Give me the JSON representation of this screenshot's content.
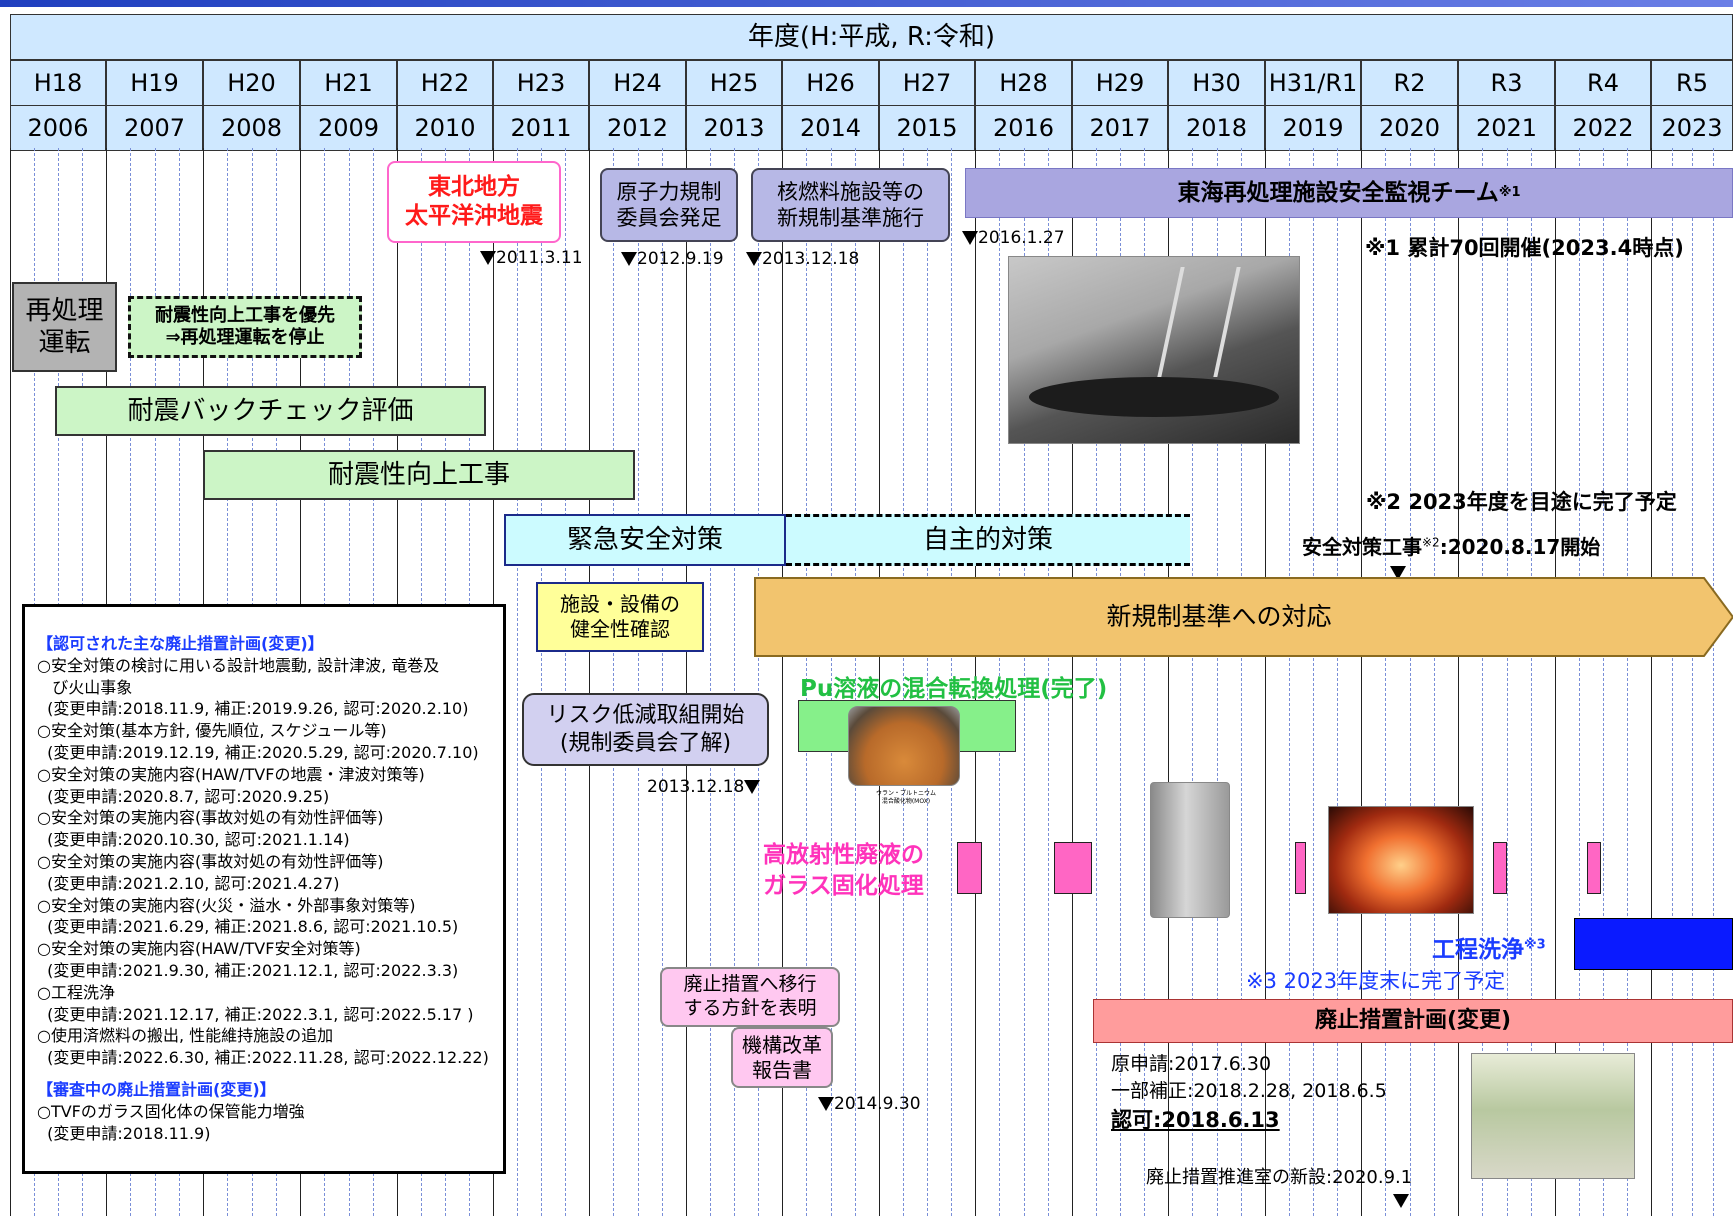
{
  "header": {
    "title": "年度(H:平成, R:令和)",
    "eras": [
      "H18",
      "H19",
      "H20",
      "H21",
      "H22",
      "H23",
      "H24",
      "H25",
      "H26",
      "H27",
      "H28",
      "H29",
      "H30",
      "H31/R1",
      "R2",
      "R3",
      "R4",
      "R5"
    ],
    "years": [
      "2006",
      "2007",
      "2008",
      "2009",
      "2010",
      "2011",
      "2012",
      "2013",
      "2014",
      "2015",
      "2016",
      "2017",
      "2018",
      "2019",
      "2020",
      "2021",
      "2022",
      "2023"
    ]
  },
  "events": {
    "earthquake": "東北地方\n太平洋沖地震",
    "earthquake_date": "2011.3.11",
    "nra": "原子力規制\n委員会発足",
    "nra_date": "2012.9.19",
    "newstd": "核燃料施設等の\n新規制基準施行",
    "newstd_date": "2013.12.18",
    "team": "東海再処理施設安全監視チーム",
    "team_note_mark": "※1",
    "team_date": "2016.1.27",
    "note1": "※1 累計70回開催(2023.4時点)",
    "reprocess": "再処理\n運転",
    "priority": "耐震性向上工事を優先\n⇒再処理運転を停止",
    "backcheck": "耐震バックチェック評価",
    "seismic": "耐震性向上工事",
    "emergency": "緊急安全対策",
    "voluntary": "自主的対策",
    "note2": "※2  2023年度を目途に完了予定",
    "safety_work": "安全対策工事",
    "safety_work_mark": "※2",
    "safety_work_date": ":2020.8.17開始",
    "facility_check": "施設・設備の\n健全性確認",
    "new_reg": "新規制基準への対応",
    "pu": "Pu溶液の混合転換処理(完了)",
    "pu_photo_caption": "ウラン・プルトニウム\n混合酸化物(MOX)",
    "risk": "リスク低減取組開始\n(規制委員会了解)",
    "risk_date": "2013.12.18",
    "vitrification": "高放射性廃液の\nガラス固化処理",
    "process_wash": "工程洗浄",
    "process_wash_mark": "※3",
    "note3": "※3  2023年度末に完了予定",
    "decom_policy": "廃止措置へ移行\nする方針を表明",
    "reform": "機構改革\n報告書",
    "reform_date": "2014.9.30",
    "decom_plan": "廃止措置計画(変更)",
    "orig_apply": "原申請:2017.6.30",
    "partial": "一部補正:2018.2.28, 2018.6.5",
    "approval": "認可:2018.6.13",
    "office": "廃止措置推進室の新設:2020.9.1"
  },
  "legend": {
    "title_approved": "【認可された主な廃止措置計画(変更)】",
    "approved": [
      "○安全対策の検討に用いる設計地震動, 設計津波, 竜巻及",
      "   び火山事象",
      "  (変更申請:2018.11.9, 補正:2019.9.26, 認可:2020.2.10)",
      "○安全対策(基本方針, 優先順位, スケジュール等)",
      "  (変更申請:2019.12.19, 補正:2020.5.29, 認可:2020.7.10)",
      "○安全対策の実施内容(HAW/TVFの地震・津波対策等)",
      "  (変更申請:2020.8.7, 認可:2020.9.25)",
      "○安全対策の実施内容(事故対処の有効性評価等)",
      "  (変更申請:2020.10.30, 認可:2021.1.14)",
      "○安全対策の実施内容(事故対処の有効性評価等)",
      "  (変更申請:2021.2.10, 認可:2021.4.27)",
      "○安全対策の実施内容(火災・溢水・外部事象対策等)",
      "  (変更申請:2021.6.29, 補正:2021.8.6, 認可:2021.10.5)",
      "○安全対策の実施内容(HAW/TVF安全対策等)",
      "  (変更申請:2021.9.30, 補正:2021.12.1, 認可:2022.3.3)",
      "○工程洗浄",
      "  (変更申請:2021.12.17, 補正:2022.3.1, 認可:2022.5.17 )",
      "○使用済燃料の搬出, 性能維持施設の追加",
      "  (変更申請:2022.6.30, 補正:2022.11.28, 認可:2022.12.22)"
    ],
    "title_review": "【審査中の廃止措置計画(変更)】",
    "review": [
      "○TVFのガラス固化体の保管能力増強",
      "  (変更申請:2018.11.9)"
    ]
  }
}
